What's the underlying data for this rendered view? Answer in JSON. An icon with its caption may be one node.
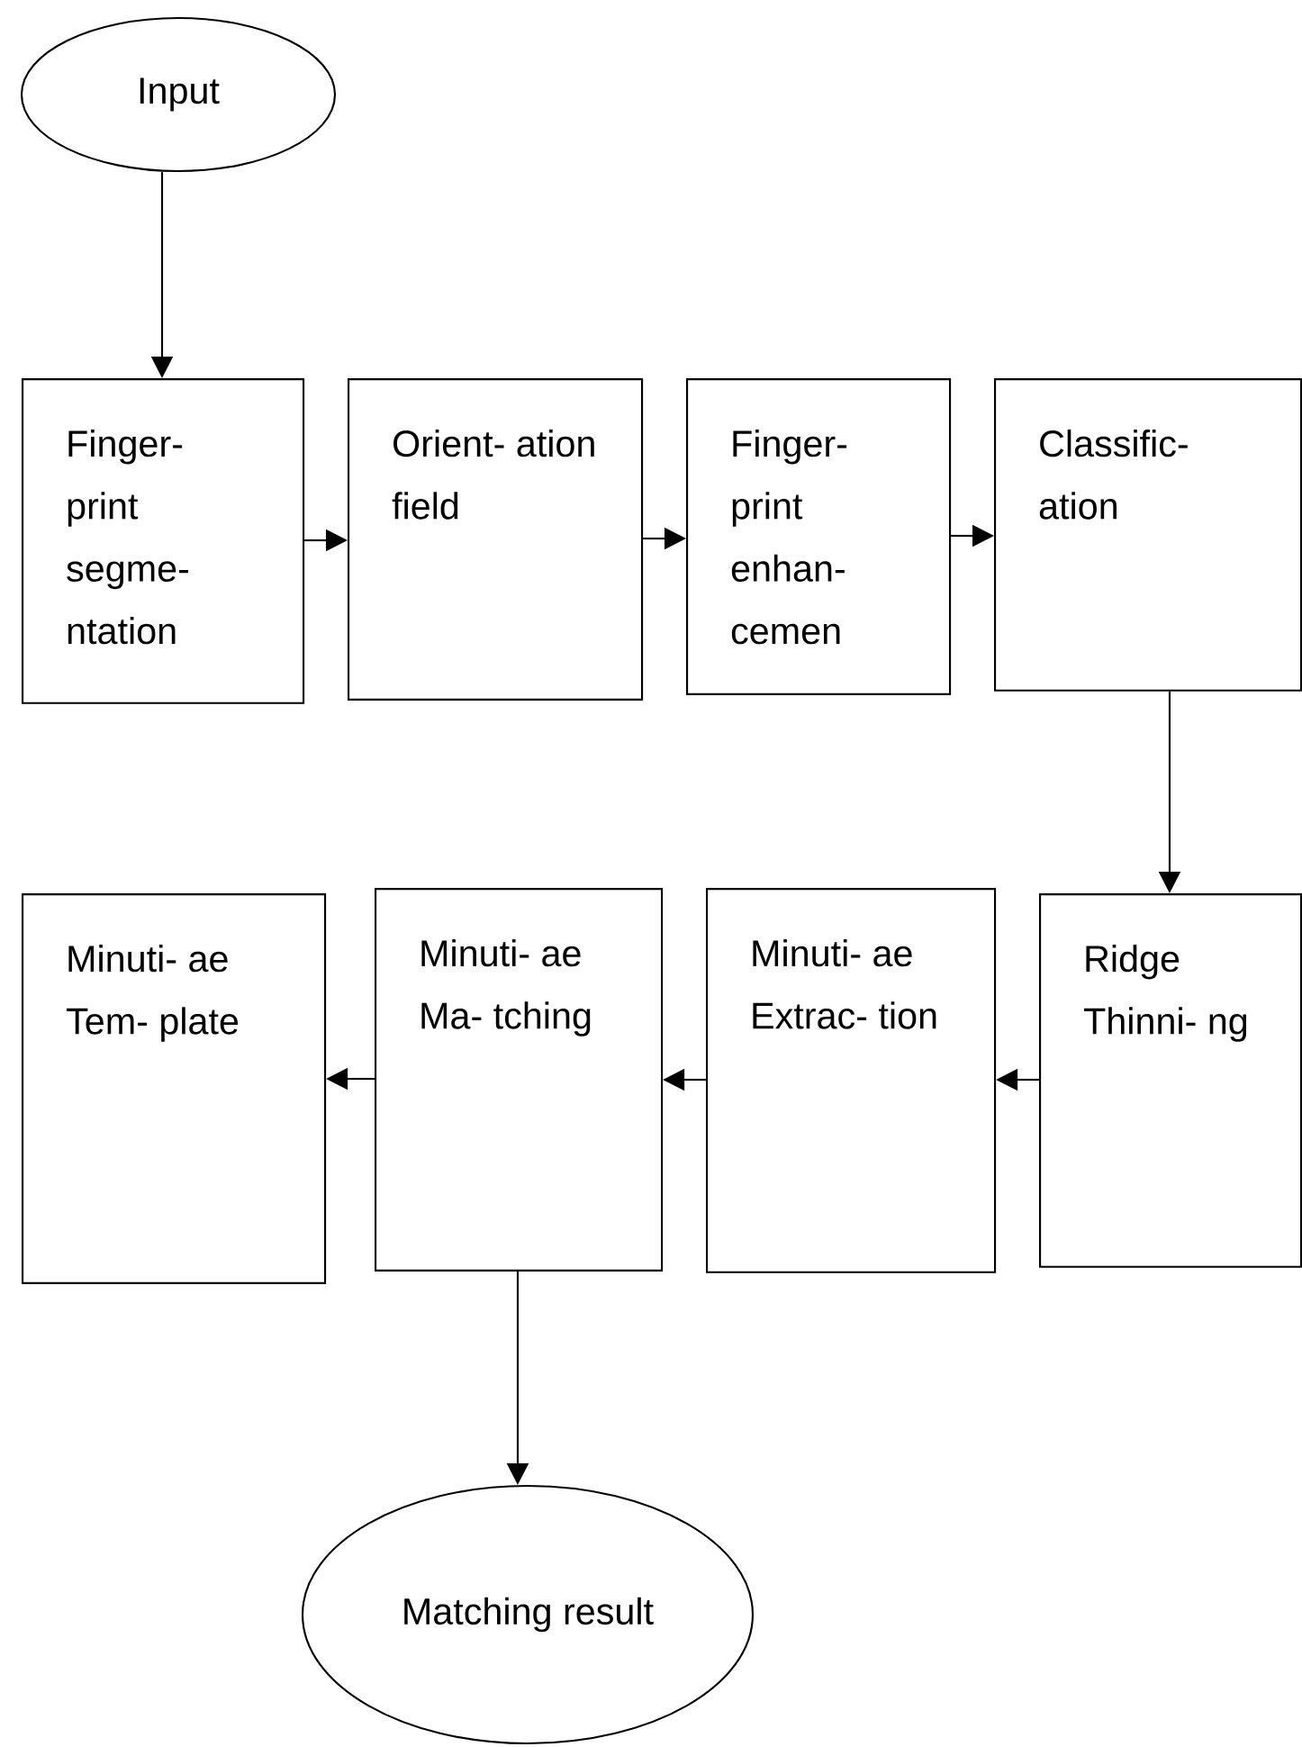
{
  "diagram": {
    "nodes": [
      {
        "text": [
          "Input"
        ]
      },
      {
        "text": [
          "Finger- print segme- ntation"
        ]
      },
      {
        "text": [
          "Orient- ation field"
        ]
      },
      {
        "text": [
          "Finger- print enhan- cemen"
        ]
      },
      {
        "text": [
          "Classific- ation"
        ]
      },
      {
        "text": [
          "Minuti- ae Tem- plate"
        ]
      },
      {
        "text": [
          "Minuti- ae Ma- tching"
        ]
      },
      {
        "text": [
          "Minuti- ae Extrac- tion"
        ]
      },
      {
        "text": [
          "Ridge Thinni- ng"
        ]
      },
      {
        "text": [
          "Matching result"
        ]
      }
    ],
    "edges": [
      {
        "from": 0,
        "to": 1,
        "arrow": "to"
      },
      {
        "from": 1,
        "to": 2,
        "arrow": "to"
      },
      {
        "from": 2,
        "to": 3,
        "arrow": "to"
      },
      {
        "from": 3,
        "to": 4,
        "arrow": "to"
      },
      {
        "from": 4,
        "to": 8,
        "arrow": "to"
      },
      {
        "from": 8,
        "to": 7,
        "arrow": "to"
      },
      {
        "from": 7,
        "to": 6,
        "arrow": "to"
      },
      {
        "from": 6,
        "to": 5,
        "arrow": "to"
      },
      {
        "from": 6,
        "to": 9,
        "arrow": "to"
      }
    ]
  }
}
